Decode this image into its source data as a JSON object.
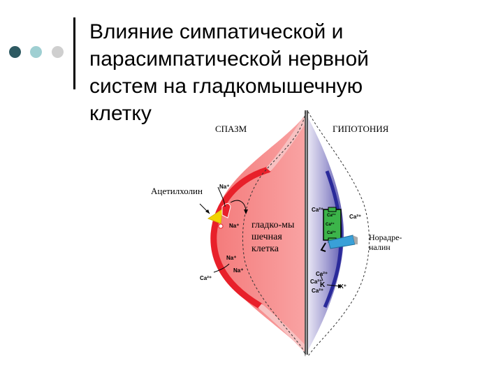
{
  "slide": {
    "title_lines": [
      "Влияние симпатической и",
      "парасимпатической нервной",
      "систем на гладкомышечную",
      "клетку"
    ]
  },
  "diagram": {
    "left_header": "СПАЗМ",
    "right_header": "ГИПОТОНИЯ",
    "acetylcholine": "Ацетилхолин",
    "cell_label_lines": [
      "гладко-мы",
      "шечная",
      "клетка"
    ],
    "noradrenaline_lines": [
      "Норадре-",
      "налин"
    ],
    "ions": {
      "na_top": "Na⁺",
      "na_mid": "Na⁺",
      "na_low1": "Na⁺",
      "na_low2": "Na⁺",
      "ca_left": "Ca²⁺",
      "ca_r1": "Ca²⁺",
      "ca_r2": "Ca²⁺",
      "ca_g1": "Ca²⁺",
      "ca_g2": "Ca²⁺",
      "ca_g3": "Ca²⁺",
      "ca_b1": "Ca²⁺",
      "ca_b2": "Ca²⁺",
      "ca_b3": "Ca²⁺",
      "k_1": "K",
      "k_2": "K⁺"
    },
    "colors": {
      "spasm_fill": "#f79a9a",
      "spasm_edge": "#e8202a",
      "hypotonia_fill": "#b8b4dc",
      "hypotonia_edge": "#2a2a9a",
      "channel_green": "#3cb44a",
      "agonist_yellow": "#f2d400"
    }
  }
}
